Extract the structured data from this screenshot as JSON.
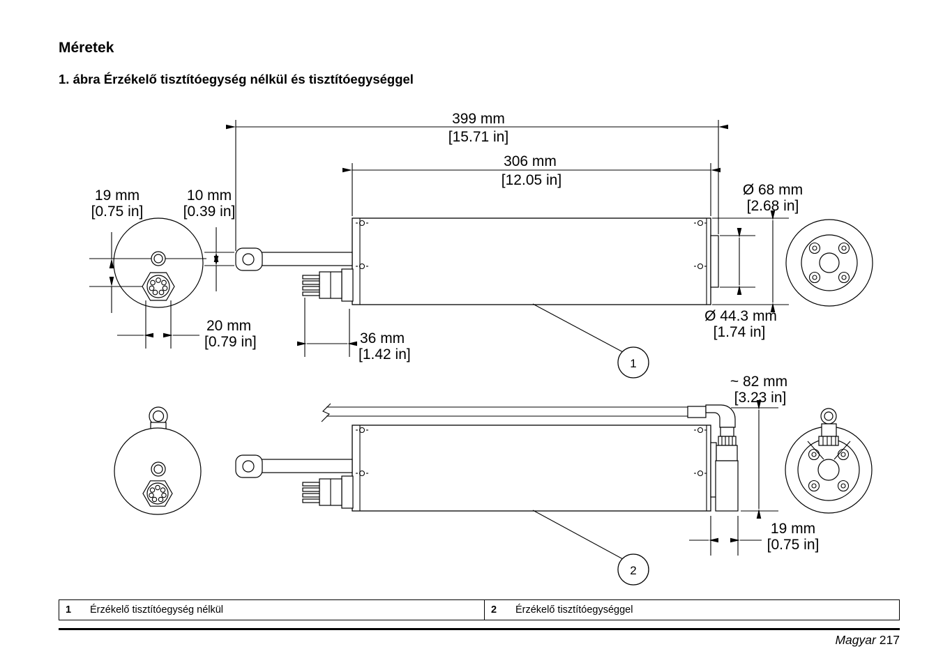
{
  "page": {
    "heading": "Méretek",
    "figure_caption": "1. ábra Érzékelő tisztítóegység nélkül és tisztítóegységgel",
    "footer": {
      "language": "Magyar",
      "page_number": "217"
    }
  },
  "figure": {
    "dims": {
      "d399": {
        "mm": "399 mm",
        "in": "[15.71 in]"
      },
      "d306": {
        "mm": "306 mm",
        "in": "[12.05 in]"
      },
      "d19top": {
        "mm": "19 mm",
        "in": "[0.75 in]"
      },
      "d10": {
        "mm": "10 mm",
        "in": "[0.39 in]"
      },
      "d20": {
        "mm": "20 mm",
        "in": "[0.79 in]"
      },
      "d36": {
        "mm": "36 mm",
        "in": "[1.42 in]"
      },
      "d68": {
        "mm": "Ø 68 mm",
        "in": "[2.68 in]"
      },
      "d443": {
        "mm": "Ø 44.3 mm",
        "in": "[1.74 in]"
      },
      "d82": {
        "mm": "~ 82 mm",
        "in": "[3.23 in]"
      },
      "d19bot": {
        "mm": "19 mm",
        "in": "[0.75 in]"
      }
    },
    "callouts": {
      "c1": "1",
      "c2": "2"
    }
  },
  "legend_table": {
    "rows": [
      {
        "num": "1",
        "label": "Érzékelő tisztítóegység nélkül"
      },
      {
        "num": "2",
        "label": "Érzékelő tisztítóegységgel"
      }
    ]
  }
}
